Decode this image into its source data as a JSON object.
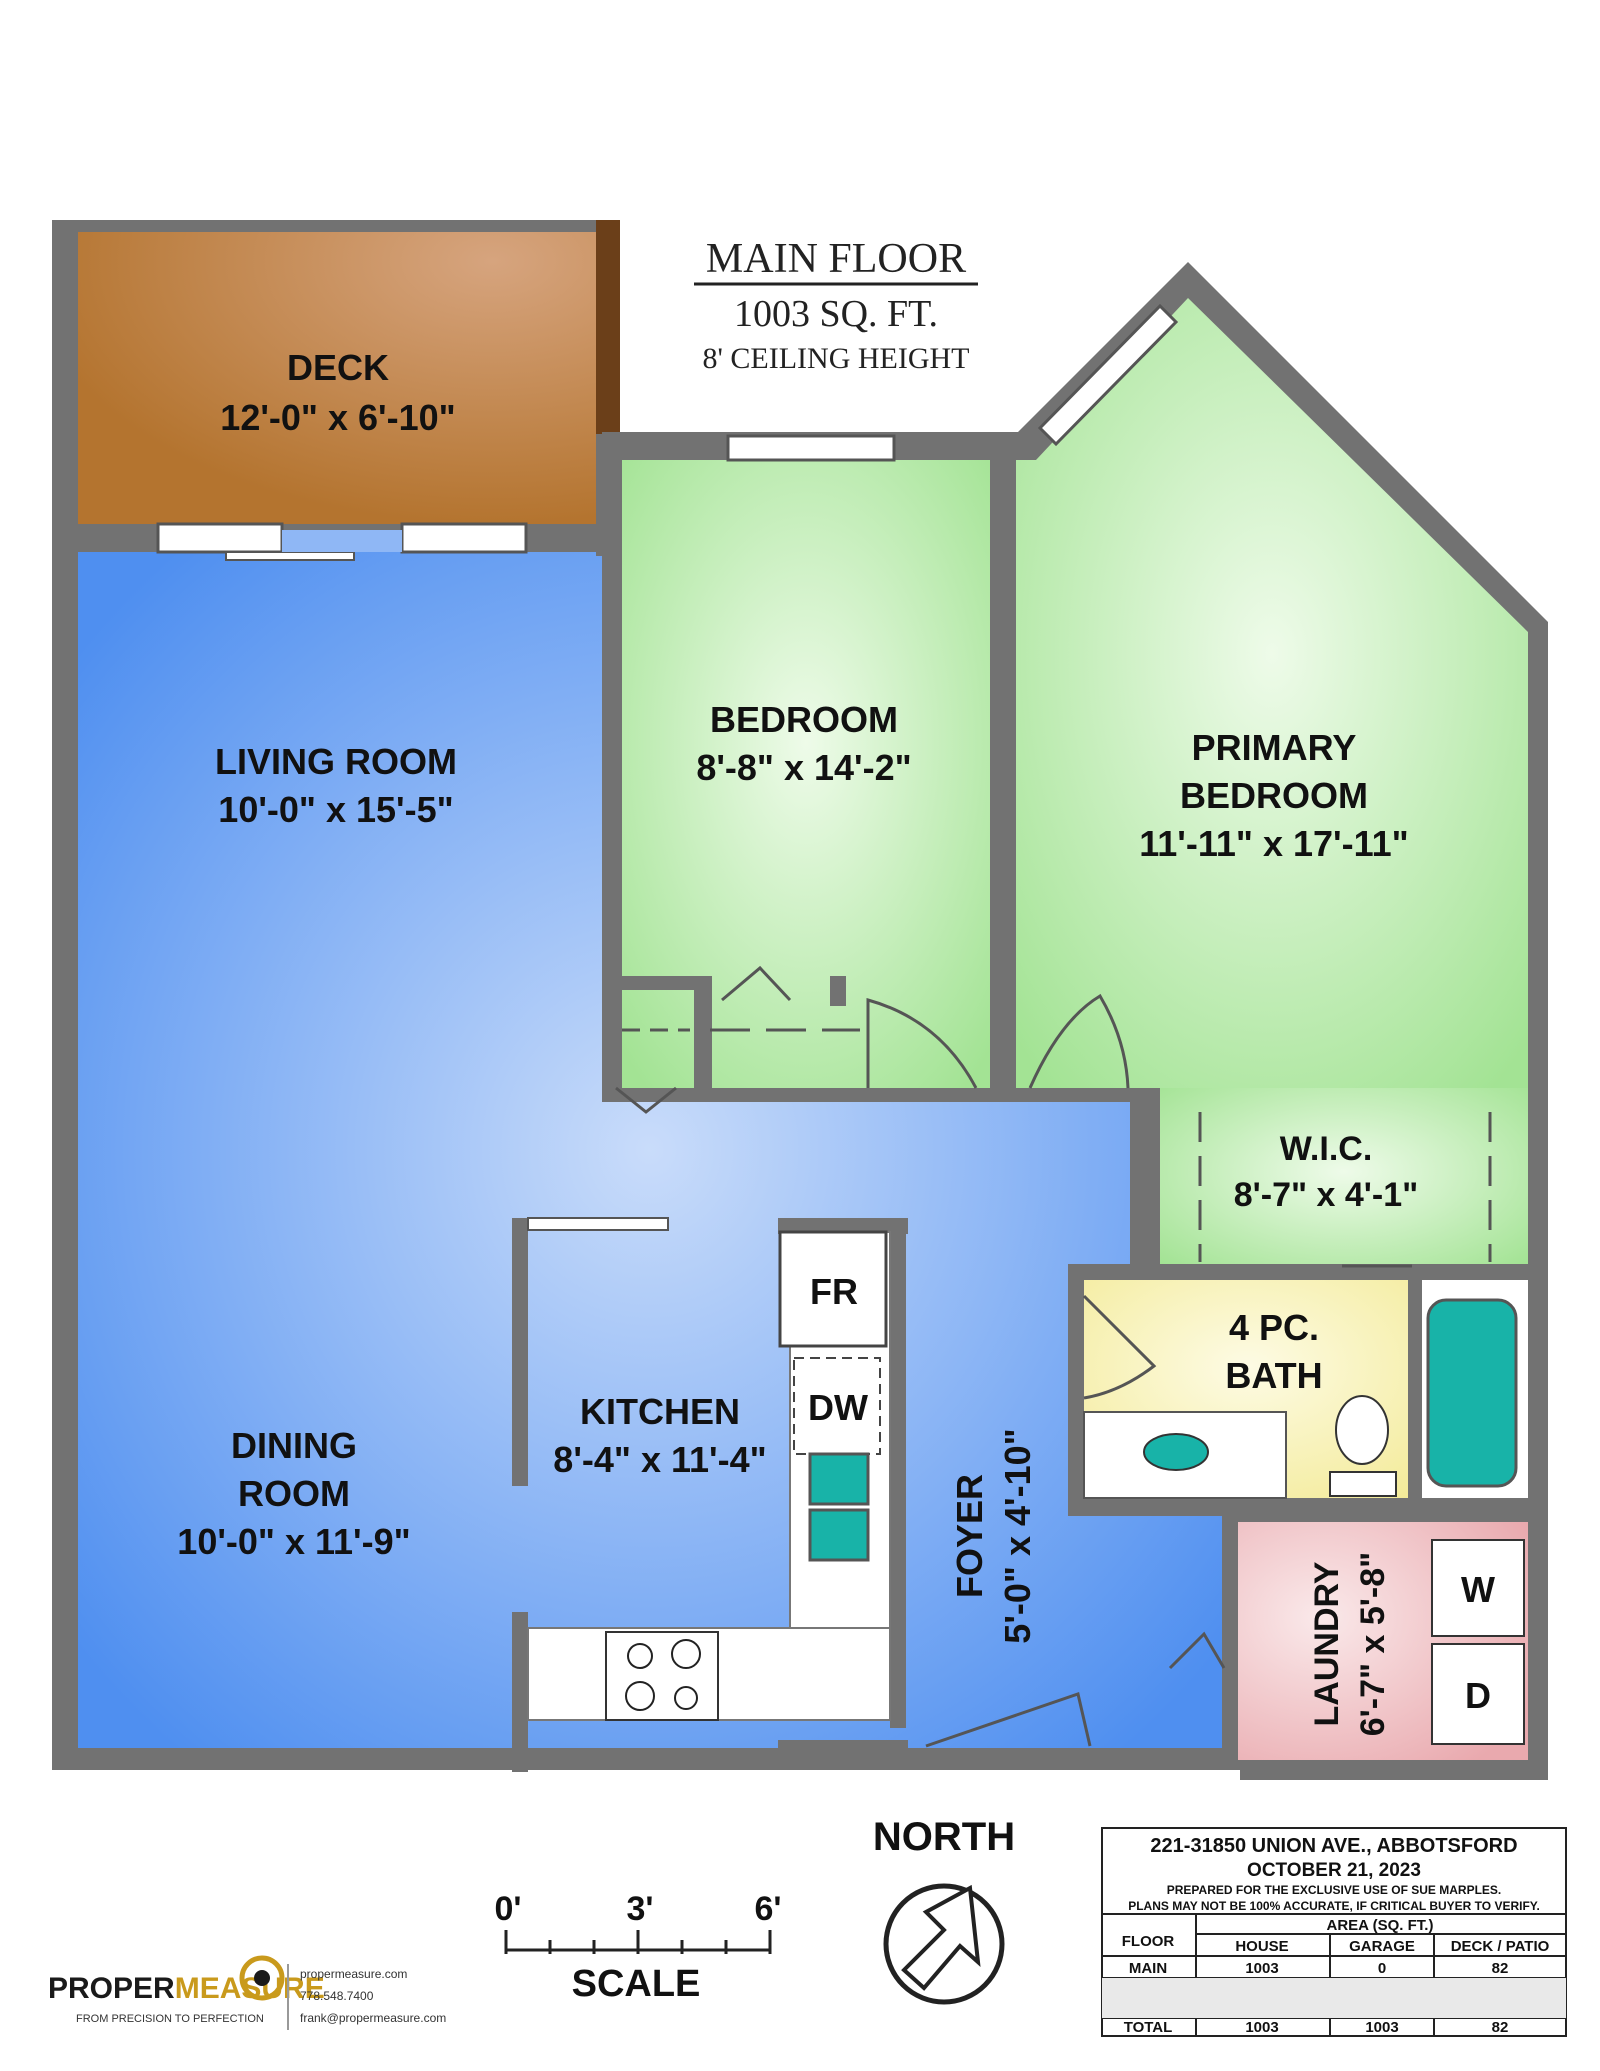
{
  "header": {
    "title": "MAIN FLOOR",
    "area": "1003 SQ. FT.",
    "ceiling": "8' CEILING HEIGHT"
  },
  "rooms": {
    "deck": {
      "name": "DECK",
      "dims": "12'-0\" x 6'-10\""
    },
    "living": {
      "name": "LIVING ROOM",
      "dims": "10'-0\" x 15'-5\""
    },
    "bedroom": {
      "name": "BEDROOM",
      "dims": "8'-8\" x 14'-2\""
    },
    "primary": {
      "name_line1": "PRIMARY",
      "name_line2": "BEDROOM",
      "dims": "11'-11\" x 17'-11\""
    },
    "wic": {
      "name": "W.I.C.",
      "dims": "8'-7\" x 4'-1\""
    },
    "bath": {
      "name_line1": "4 PC.",
      "name_line2": "BATH"
    },
    "kitchen": {
      "name": "KITCHEN",
      "dims": "8'-4\" x 11'-4\""
    },
    "dining": {
      "name_line1": "DINING",
      "name_line2": "ROOM",
      "dims": "10'-0\" x 11'-9\""
    },
    "foyer": {
      "name": "FOYER",
      "dims": "5'-0\" x 4'-10\""
    },
    "laundry": {
      "name": "LAUNDRY",
      "dims": "6'-7\" x 5'-8\""
    }
  },
  "appliances": {
    "fridge": "FR",
    "dishwasher": "DW",
    "washer": "W",
    "dryer": "D"
  },
  "compass": {
    "label": "NORTH"
  },
  "scale": {
    "label": "SCALE",
    "ticks": [
      "0'",
      "3'",
      "6'"
    ]
  },
  "brand": {
    "name_part1": "PROPER",
    "name_part2": "MEASURE",
    "tagline": "FROM PRECISION TO PERFECTION",
    "website": "propermeasure.com",
    "phone": "778.548.7400",
    "email": "frank@propermeasure.com"
  },
  "info": {
    "address": "221-31850 UNION AVE., ABBOTSFORD",
    "date": "OCTOBER 21, 2023",
    "prepared": "PREPARED FOR THE EXCLUSIVE USE OF SUE MARPLES.",
    "disclaimer": "PLANS MAY NOT BE 100% ACCURATE, IF CRITICAL BUYER TO VERIFY.",
    "area_header": "AREA (SQ. FT.)",
    "columns": [
      "FLOOR",
      "HOUSE",
      "GARAGE",
      "DECK / PATIO"
    ],
    "rows": [
      [
        "MAIN",
        "1003",
        "0",
        "82"
      ],
      [
        "TOTAL",
        "1003",
        "1003",
        "82"
      ]
    ]
  },
  "colors": {
    "wall": "#6e6e6e",
    "deck": "#b87a3a",
    "living": "#5b98ef",
    "bedroom": "#a8e59a",
    "bath": "#f7f0a8",
    "laundry": "#eeb8bc",
    "teal": "#17b3a8"
  }
}
